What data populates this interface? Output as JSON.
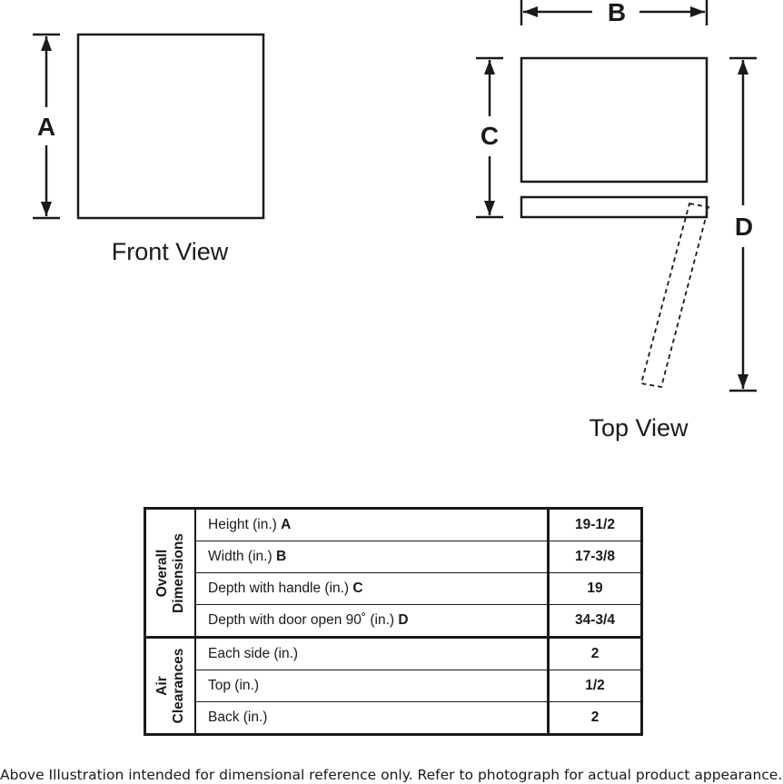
{
  "diagram": {
    "front_view_caption": "Front View",
    "top_view_caption": "Top View",
    "dimension_letters": {
      "a": "A",
      "b": "B",
      "c": "C",
      "d": "D"
    }
  },
  "specs_table": {
    "groups": [
      {
        "title_line1": "Overall",
        "title_line2": "Dimensions",
        "rows": [
          {
            "label": "Height (in.)",
            "letter": "A",
            "value": "19-1/2"
          },
          {
            "label": "Width (in.)",
            "letter": "B",
            "value": "17-3/8"
          },
          {
            "label": "Depth with handle (in.)",
            "letter": "C",
            "value": "19"
          },
          {
            "label": "Depth with door open 90˚ (in.)",
            "letter": "D",
            "value": "34-3/4"
          }
        ]
      },
      {
        "title_line1": "Air",
        "title_line2": "Clearances",
        "rows": [
          {
            "label": "Each side (in.)",
            "letter": "",
            "value": "2"
          },
          {
            "label": "Top (in.)",
            "letter": "",
            "value": "1/2"
          },
          {
            "label": "Back (in.)",
            "letter": "",
            "value": "2"
          }
        ]
      }
    ]
  },
  "disclaimer": "Above Illustration intended for dimensional reference only. Refer to photograph for actual product appearance.",
  "colors": {
    "ink": "#1a1a1a",
    "background": "#ffffff"
  }
}
